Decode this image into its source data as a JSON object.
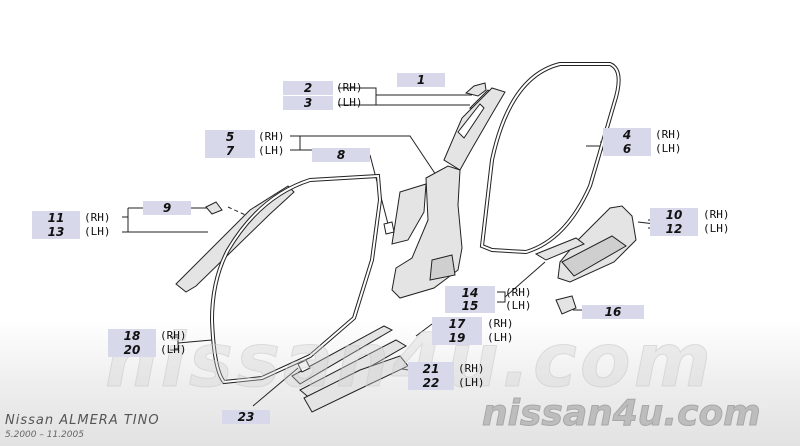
{
  "callouts": [
    {
      "id": "c1",
      "label": "1"
    },
    {
      "id": "c2",
      "label": "2"
    },
    {
      "id": "c3",
      "label": "3"
    },
    {
      "id": "c4",
      "label": "4"
    },
    {
      "id": "c5",
      "label": "5"
    },
    {
      "id": "c6",
      "label": "6"
    },
    {
      "id": "c7",
      "label": "7"
    },
    {
      "id": "c8",
      "label": "8"
    },
    {
      "id": "c9",
      "label": "9"
    },
    {
      "id": "c10",
      "label": "10"
    },
    {
      "id": "c11",
      "label": "11"
    },
    {
      "id": "c12",
      "label": "12"
    },
    {
      "id": "c13",
      "label": "13"
    },
    {
      "id": "c14",
      "label": "14"
    },
    {
      "id": "c15",
      "label": "15"
    },
    {
      "id": "c16",
      "label": "16"
    },
    {
      "id": "c17",
      "label": "17"
    },
    {
      "id": "c18",
      "label": "18"
    },
    {
      "id": "c19",
      "label": "19"
    },
    {
      "id": "c20",
      "label": "20"
    },
    {
      "id": "c21",
      "label": "21"
    },
    {
      "id": "c22",
      "label": "22"
    },
    {
      "id": "c23",
      "label": "23"
    }
  ],
  "side_labels": {
    "rh": "(RH)",
    "lh": "(LH)"
  },
  "footer": {
    "model": "Nissan ALMERA TINO",
    "years": "5.2000 – 11.2005",
    "brand": "nissan4u.com",
    "watermark": "nissan4u.com"
  },
  "colors": {
    "callout_fill": "#d7d8ea",
    "line": "#222222",
    "part_fill": "#e4e4e4"
  }
}
